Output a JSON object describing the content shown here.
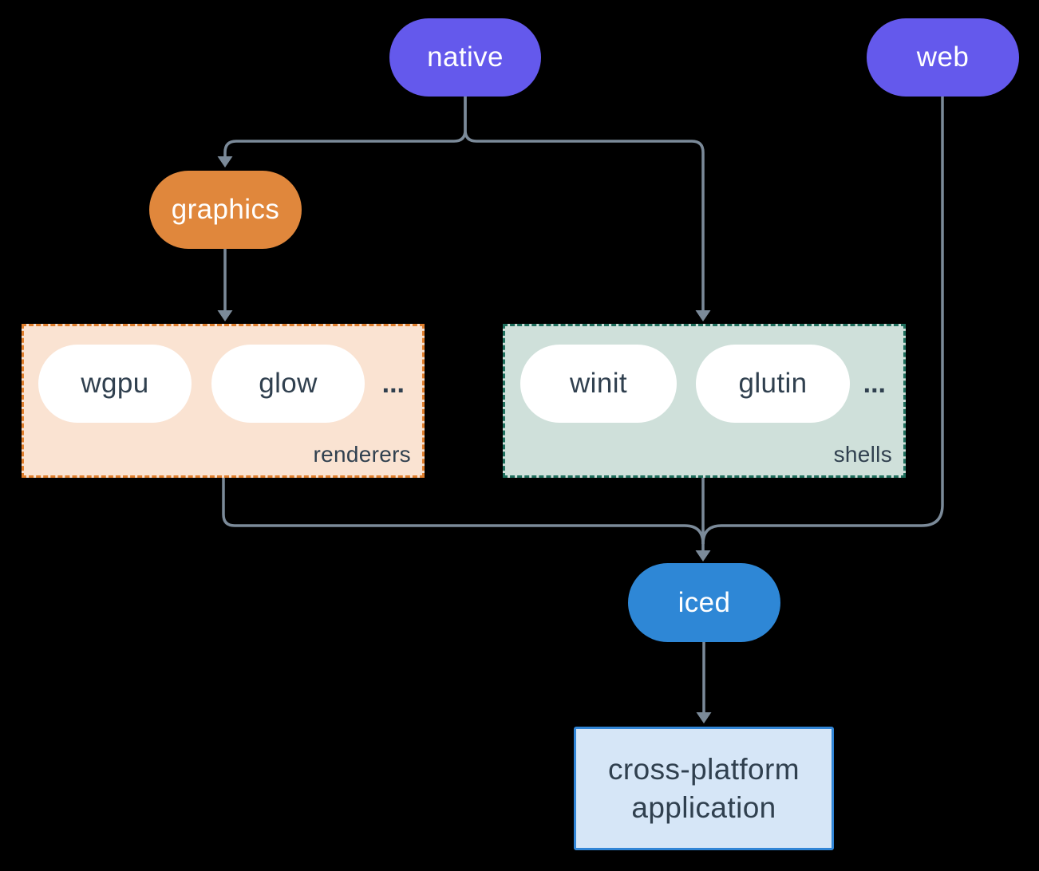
{
  "colors": {
    "background": "#000000",
    "node_purple": "#6459ec",
    "node_orange": "#e0873c",
    "node_blue": "#2e87d6",
    "renderers_bg": "#fae3d2",
    "renderers_border": "#e07f2d",
    "shells_bg": "#cfe0da",
    "shells_border": "#20705e",
    "app_bg": "#d6e6f7",
    "app_border": "#3185d6",
    "edge": "#7b8a99",
    "text_dark": "#30404f"
  },
  "nodes": {
    "native": {
      "label": "native"
    },
    "web": {
      "label": "web"
    },
    "graphics": {
      "label": "graphics"
    },
    "iced": {
      "label": "iced"
    },
    "application": {
      "line1": "cross-platform",
      "line2": "application"
    }
  },
  "groups": {
    "renderers": {
      "label": "renderers",
      "items": [
        "wgpu",
        "glow"
      ],
      "more": "..."
    },
    "shells": {
      "label": "shells",
      "items": [
        "winit",
        "glutin"
      ],
      "more": "..."
    }
  },
  "edges": [
    {
      "from": "native",
      "to": "graphics"
    },
    {
      "from": "native",
      "to": "shells"
    },
    {
      "from": "graphics",
      "to": "renderers"
    },
    {
      "from": "renderers",
      "to": "iced"
    },
    {
      "from": "shells",
      "to": "iced"
    },
    {
      "from": "web",
      "to": "iced"
    },
    {
      "from": "iced",
      "to": "application"
    }
  ]
}
